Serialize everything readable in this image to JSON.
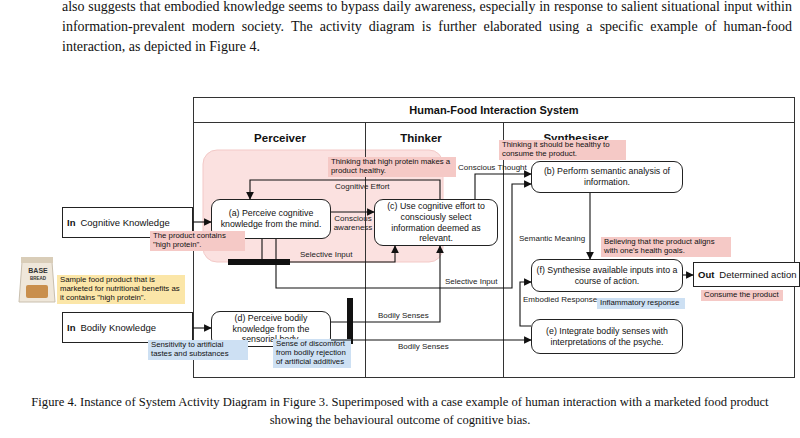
{
  "diagram": {
    "caption": "Figure 4. Instance of System Activity Diagram in Figure 3. Superimposed with a case example of human interaction with a marketed food product showing the behavioural outcome of cognitive bias.",
    "nodes": [
      {
        "text": [
          "Human-Food Interaction System"
        ]
      },
      {
        "text": [
          "Perceiver"
        ],
        "in": 0
      },
      {
        "text": [
          "Thinker"
        ],
        "in": 0
      },
      {
        "text": [
          "Synthesiser"
        ],
        "in": 0
      },
      {
        "text": [
          "Thinking it should be healthy to consume the product."
        ],
        "in": 0
      },
      {
        "text": [
          "Thinking that high protein makes a product healthy."
        ],
        "in": 0
      },
      {
        "text": [
          "(b) Perform semantic analysis of information."
        ],
        "in": 3
      },
      {
        "text": [
          "In",
          "Cognitive Knowledge"
        ]
      },
      {
        "text": [
          "(a) Perceive cognitive knowledge from the mind."
        ],
        "in": 1
      },
      {
        "text": [
          "(c) Use cognitive effort to consciously select information deemed as relevant."
        ],
        "in": 2
      },
      {
        "text": [
          "The product contains \"high protein\"."
        ]
      },
      {
        "text": [
          "Believing that the product aligns with one's health goals."
        ],
        "in": 3
      },
      {
        "text": [
          "(f) Synthesise available inputs into a course of action."
        ],
        "in": 3
      },
      {
        "text": [
          "Out",
          "Determined action"
        ]
      },
      {
        "text": [
          "Sample food product that is marketed for nutritional benefits as it contains \"high protein\"."
        ]
      },
      {
        "text": [
          "Consume the product"
        ],
        "in": 3
      },
      {
        "text": [
          "Inflammatory response"
        ],
        "in": 3
      },
      {
        "text": [
          "In",
          "Bodily Knowledge"
        ]
      },
      {
        "text": [
          "(d) Perceive bodily knowledge from the sensorial body."
        ],
        "in": 1
      },
      {
        "text": [
          "(e) Integrate bodily senses with interpretations of the psyche."
        ],
        "in": 3
      },
      {
        "text": [
          "Sensitivity to artificial tastes and substances"
        ]
      },
      {
        "text": [
          "Sense of discomfort from bodily rejection of artificial additives"
        ],
        "in": 1
      }
    ],
    "edges": [
      {
        "from": 7,
        "to": 8,
        "arrow": "to"
      },
      {
        "from": 8,
        "to": 9,
        "label": "Conscious awareness",
        "arrow": "to"
      },
      {
        "from": 9,
        "to": 8,
        "label": "Cognitive Effort",
        "arrow": "to"
      },
      {
        "from": 8,
        "to": 9,
        "label": "Selective Input",
        "arrow": "to"
      },
      {
        "from": 8,
        "to": 6,
        "label": "Selective Input",
        "arrow": "to"
      },
      {
        "from": 9,
        "to": 6,
        "label": "Conscious Thought",
        "arrow": "to"
      },
      {
        "from": 6,
        "to": 12,
        "label": "Semantic Meaning",
        "arrow": "to"
      },
      {
        "from": 17,
        "to": 18,
        "arrow": "to"
      },
      {
        "from": 18,
        "to": 9,
        "label": "Bodily Senses",
        "arrow": "to"
      },
      {
        "from": 18,
        "to": 19,
        "label": "Bodily Senses",
        "arrow": "to"
      },
      {
        "from": 19,
        "to": 12,
        "label": "Embodied Response",
        "arrow": "to"
      },
      {
        "from": 12,
        "to": 13,
        "arrow": "to"
      }
    ],
    "labels": [
      "also suggests that embodied knowledge seems to bypass daily awareness, especially in response to salient situational input within information-prevalent modern society. The activity diagram is further elaborated using a specific example of human-food interaction, as depicted in Figure 4.",
      "BASE",
      "BREAD"
    ]
  }
}
